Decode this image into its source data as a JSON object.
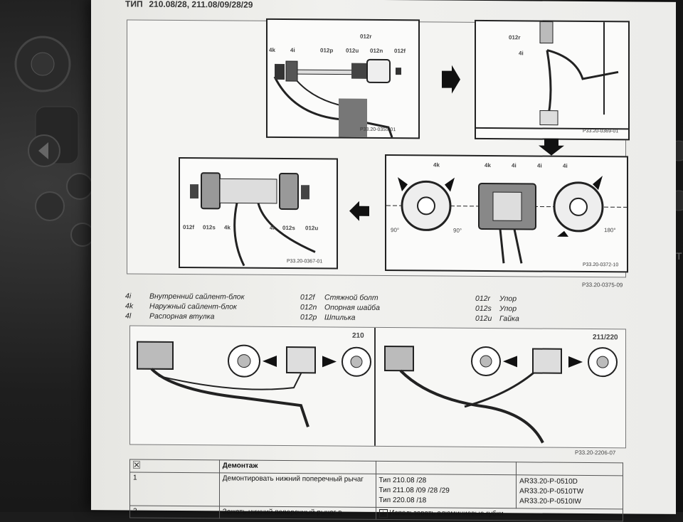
{
  "header": {
    "label": "ТИП",
    "value": "210.08/28, 211.08/09/28/29"
  },
  "figure_top": {
    "panel1_labels": [
      "4k",
      "4i",
      "012p",
      "012r",
      "012u",
      "012n",
      "012f"
    ],
    "panel1_code": "P33.20-0355-01",
    "panel2_labels": [
      "012r",
      "4i"
    ],
    "panel2_code": "P33.20-0369-01",
    "panel3_labels": [
      "4k",
      "4k",
      "4i",
      "4i",
      "4i"
    ],
    "panel3_angles": [
      "90°",
      "90°",
      "180°"
    ],
    "panel3_code": "P33.20-0372-10",
    "panel4_labels": [
      "012f",
      "012s",
      "4k",
      "4i",
      "012s",
      "012u"
    ],
    "panel4_code": "P33.20-0367-01",
    "figure_code": "P33.20-0375-09"
  },
  "legend": [
    {
      "key": "4i",
      "text": "Внутренний сайлент-блок"
    },
    {
      "key": "4k",
      "text": "Наружный сайлент-блок"
    },
    {
      "key": "4l",
      "text": "Распорная втулка"
    },
    {
      "key": "012f",
      "text": "Стяжной болт"
    },
    {
      "key": "012n",
      "text": "Опорная шайба"
    },
    {
      "key": "012p",
      "text": "Шпилька"
    },
    {
      "key": "012r",
      "text": "Упор"
    },
    {
      "key": "012s",
      "text": "Упор"
    },
    {
      "key": "012u",
      "text": "Гайка"
    }
  ],
  "figure_bottom": {
    "left_label": "210",
    "right_label": "211/220",
    "code": "P33.20-2206-07"
  },
  "table": {
    "header_icon": "tools-icon",
    "header": "Демонтаж",
    "rows": [
      {
        "num": "1",
        "action": "Демонтировать нижний поперечный рычаг",
        "types": [
          "Тип 210.08 /28",
          "Тип 211.08 /09 /28 /29",
          "Тип 220.08 /18"
        ],
        "refs": [
          "AR33.20-P-0510D",
          "AR33.20-P-0510TW",
          "AR33.20-P-0510IW"
        ]
      },
      {
        "num": "2",
        "action": "Зажать нижний поперечный рычаг в",
        "types": [
          "Использовать алюминиевые губки"
        ],
        "refs": [],
        "info_icon": "info-icon"
      }
    ]
  },
  "colors": {
    "paper": "#efefec",
    "ink": "#222222",
    "dashboard": "#1c1c1c"
  }
}
